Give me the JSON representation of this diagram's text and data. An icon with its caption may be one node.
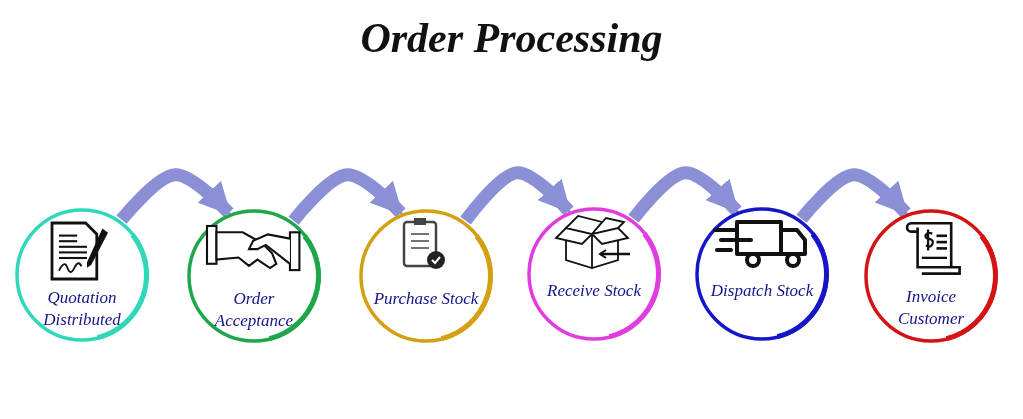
{
  "diagram": {
    "title": "Order Processing",
    "nodes": [
      {
        "text": [
          "Quotation Distributed"
        ]
      },
      {
        "text": [
          "Order Acceptance"
        ]
      },
      {
        "text": [
          "Purchase Stock"
        ]
      },
      {
        "text": [
          "Receive Stock"
        ]
      },
      {
        "text": [
          "Dispatch Stock"
        ]
      },
      {
        "text": [
          "Invoice Customer"
        ]
      }
    ],
    "edges": [
      {
        "from": 0,
        "to": 1,
        "arrow": "to"
      },
      {
        "from": 1,
        "to": 2,
        "arrow": "to"
      },
      {
        "from": 2,
        "to": 3,
        "arrow": "to"
      },
      {
        "from": 3,
        "to": 4,
        "arrow": "to"
      },
      {
        "from": 4,
        "to": 5,
        "arrow": "to"
      }
    ]
  }
}
